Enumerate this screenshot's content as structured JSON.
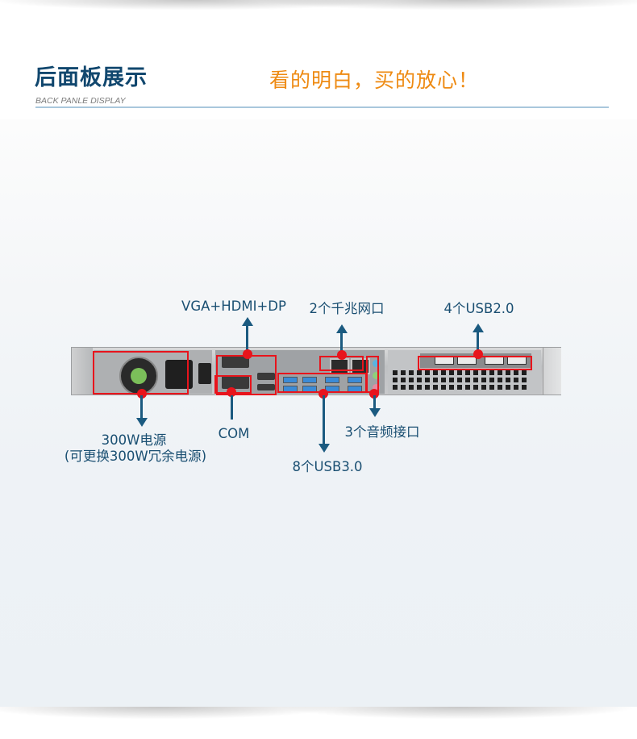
{
  "header": {
    "title": "后面板展示",
    "subtitle": "BACK PANLE DISPLAY",
    "slogan": "看的明白，买的放心！"
  },
  "colors": {
    "title": "#11476e",
    "slogan": "#ee8a12",
    "rule": "#a9c7dc",
    "annotation_text": "#1a4f72",
    "annotation_line": "#1b5a80",
    "highlight": "#e8141c"
  },
  "annotations": {
    "top": [
      {
        "id": "video",
        "label": "VGA+HDMI+DP"
      },
      {
        "id": "lan",
        "label": "2个千兆网口"
      },
      {
        "id": "usb2",
        "label": "4个USB2.0"
      }
    ],
    "bottom": [
      {
        "id": "psu",
        "label": "300W电源",
        "sublabel": "(可更换300W冗余电源)"
      },
      {
        "id": "com",
        "label": "COM"
      },
      {
        "id": "usb3",
        "label": "8个USB3.0"
      },
      {
        "id": "audio",
        "label": "3个音频接口"
      }
    ]
  }
}
